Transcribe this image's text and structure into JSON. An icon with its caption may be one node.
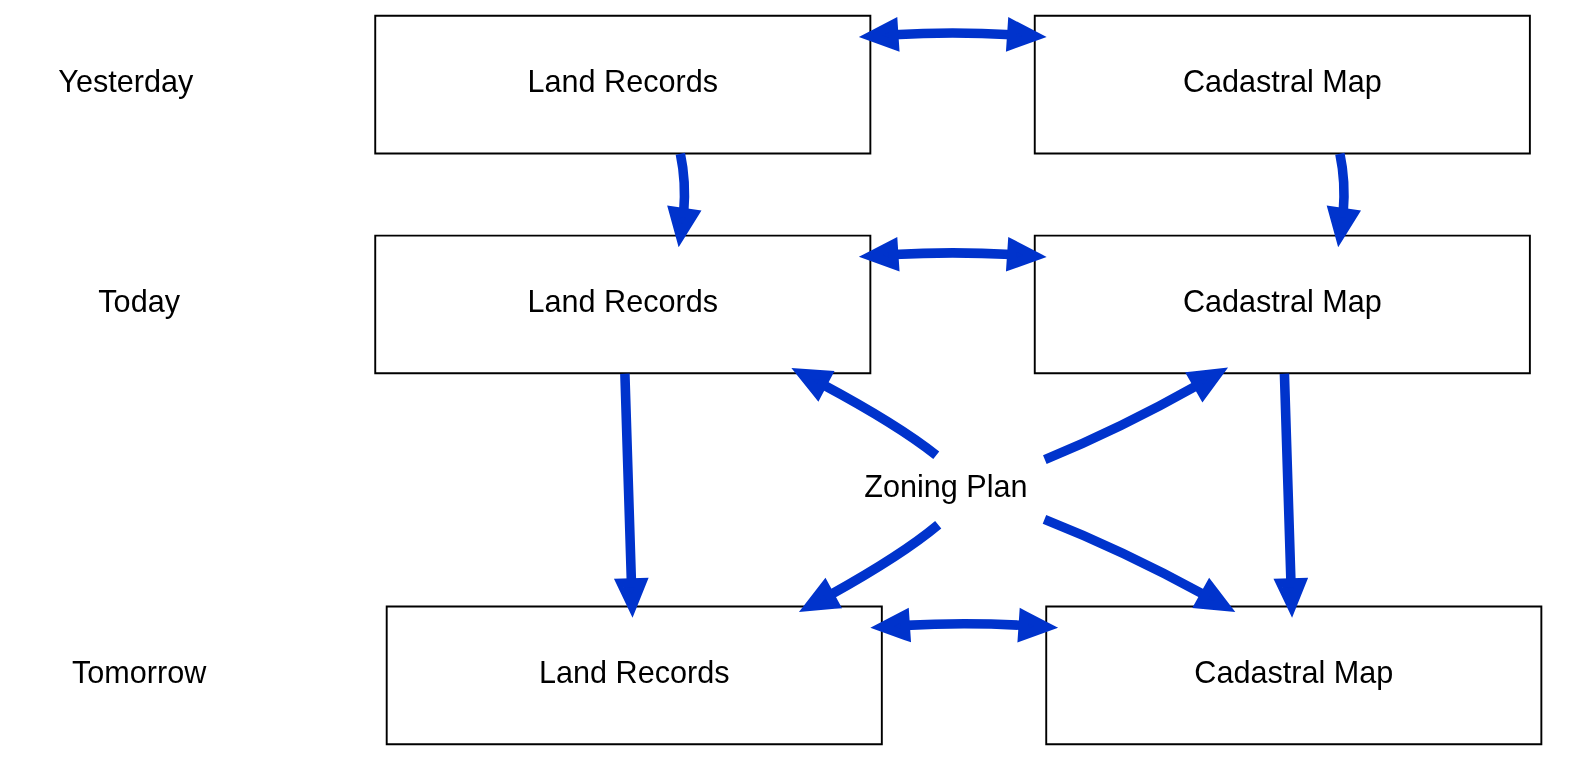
{
  "diagram": {
    "nodes": [
      {
        "text": [
          "Land Records"
        ]
      },
      {
        "text": [
          "Cadastral Map"
        ]
      },
      {
        "text": [
          "Land Records"
        ]
      },
      {
        "text": [
          "Cadastral Map"
        ]
      },
      {
        "text": [
          "Zoning Plan"
        ]
      },
      {
        "text": [
          "Land Records"
        ]
      },
      {
        "text": [
          "Cadastral Map"
        ]
      }
    ],
    "edges": [
      {
        "from": 0,
        "to": 1,
        "arrow": "both"
      },
      {
        "from": 0,
        "to": 2,
        "arrow": "to"
      },
      {
        "from": 1,
        "to": 3,
        "arrow": "to"
      },
      {
        "from": 2,
        "to": 3,
        "arrow": "both"
      },
      {
        "from": 2,
        "to": 5,
        "arrow": "to"
      },
      {
        "from": 4,
        "to": 2,
        "arrow": "to"
      },
      {
        "from": 4,
        "to": 5,
        "arrow": "to"
      },
      {
        "from": 4,
        "to": 3,
        "arrow": "to"
      },
      {
        "from": 4,
        "to": 6,
        "arrow": "to"
      },
      {
        "from": 3,
        "to": 6,
        "arrow": "to"
      },
      {
        "from": 5,
        "to": 6,
        "arrow": "both"
      }
    ],
    "labels": [
      "Yesterday",
      "Today",
      "Tomorrow"
    ]
  }
}
